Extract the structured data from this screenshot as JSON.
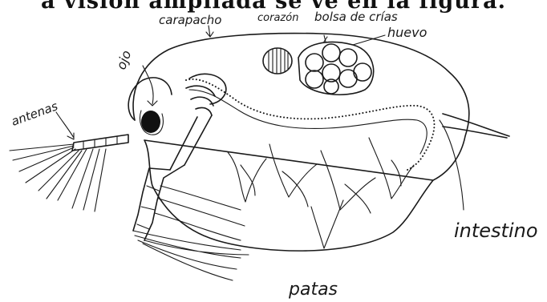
{
  "caption": "a visión ampliada se ve en la figura.",
  "labels": {
    "carapacho": "carapacho",
    "corazon": "corazón",
    "bolsa": "bolsa de crías",
    "huevo": "huevo",
    "ojo": "ojo",
    "antenas": "antenas",
    "intestino": "intestino",
    "patas": "patas"
  }
}
